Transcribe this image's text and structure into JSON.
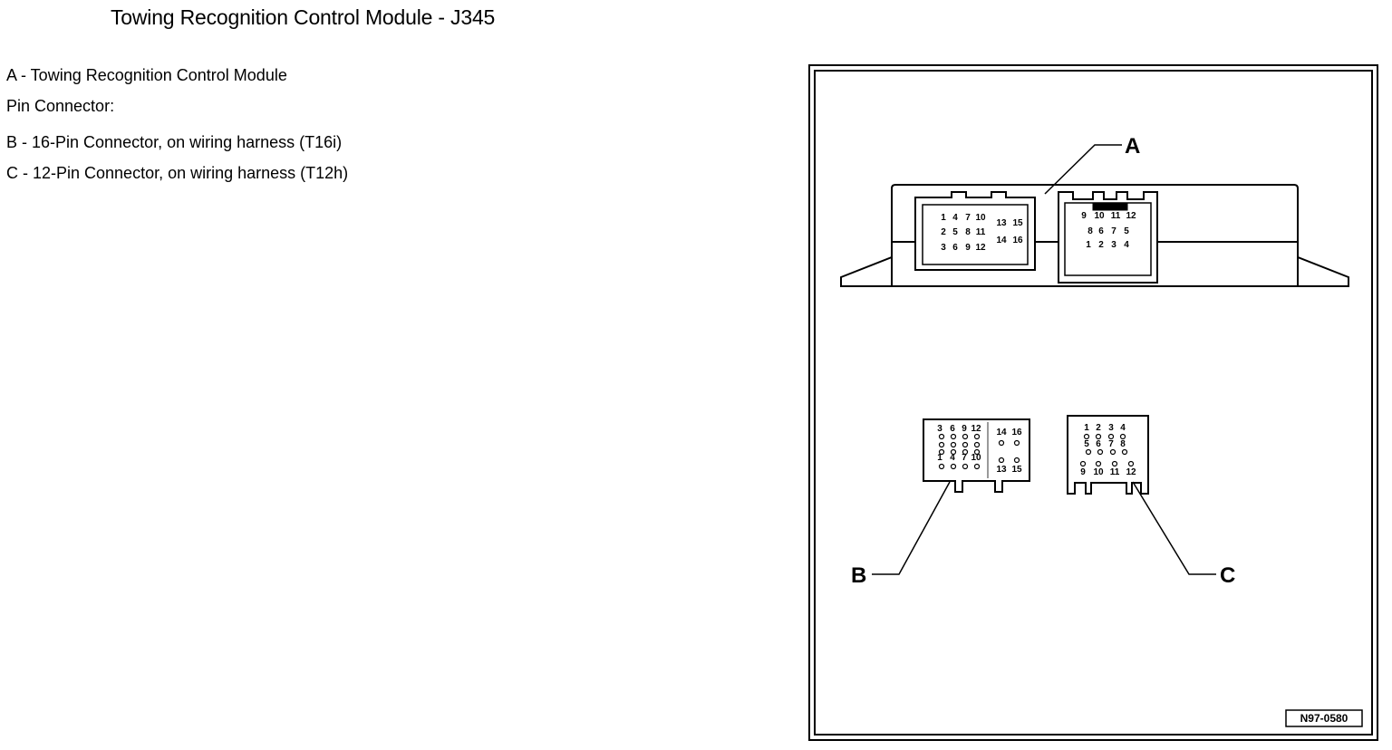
{
  "page": {
    "title": "Towing Recognition Control Module - J345"
  },
  "legend": {
    "items": [
      "A - Towing Recognition Control Module",
      "Pin Connector:",
      "B - 16-Pin Connector, on wiring harness (T16i)",
      "C - 12-Pin Connector, on wiring harness (T12h)"
    ]
  },
  "diagram": {
    "callouts": {
      "a": "A",
      "b": "B",
      "c": "C"
    },
    "reference_number": "N97-0580",
    "module_left_pins": {
      "col1": [
        "1",
        "2",
        "3"
      ],
      "col2": [
        "4",
        "5",
        "6"
      ],
      "col3": [
        "7",
        "8",
        "9"
      ],
      "col4": [
        "10",
        "11",
        "12"
      ],
      "col5": [
        "13",
        "14"
      ],
      "col6": [
        "15",
        "16"
      ]
    },
    "module_right_pins": {
      "row1": [
        "9",
        "10",
        "11",
        "12"
      ],
      "row2": [
        "8",
        "6",
        "7",
        "5"
      ],
      "row3": [
        "1",
        "2",
        "3",
        "4"
      ]
    },
    "connector_b_pins": {
      "row1": [
        "3",
        "6",
        "9",
        "12",
        "14",
        "16"
      ],
      "row4": [
        "1",
        "4",
        "7",
        "10",
        "13",
        "15"
      ]
    },
    "connector_c_pins": {
      "row1": [
        "1",
        "2",
        "3",
        "4"
      ],
      "row2": [
        "5",
        "6",
        "7",
        "8"
      ],
      "row3": [
        "9",
        "10",
        "11",
        "12"
      ]
    }
  }
}
